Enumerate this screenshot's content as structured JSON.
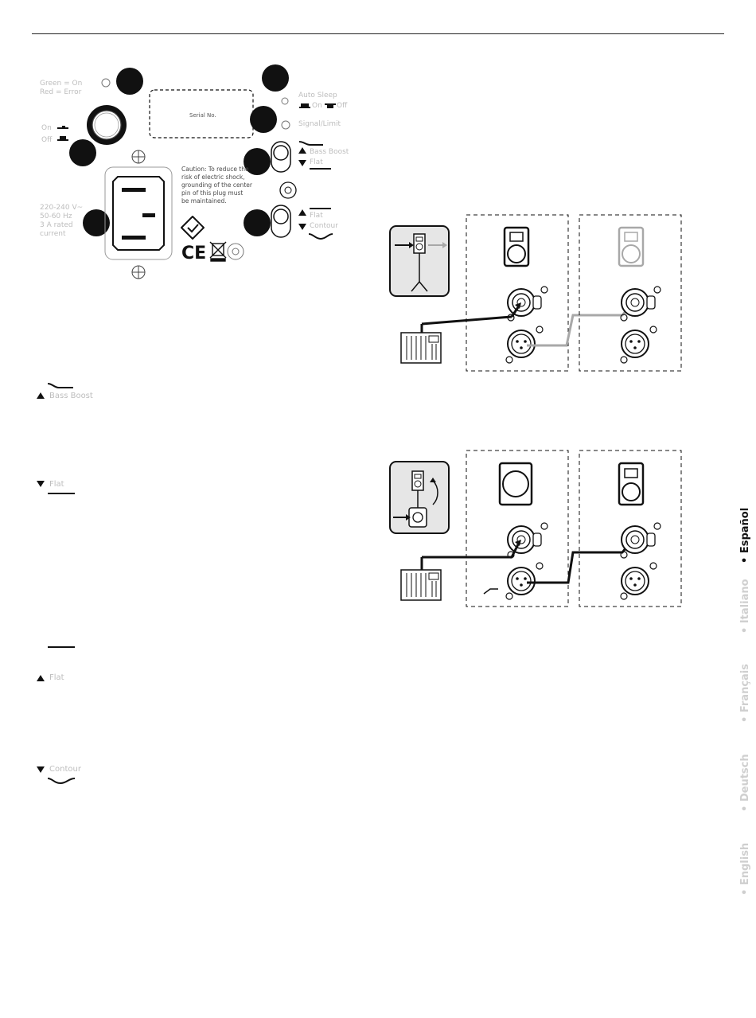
{
  "panel": {
    "led_legend": "Green = On\nRed = Error",
    "power_on": "On",
    "power_off": "Off",
    "serial_label": "Serial No.",
    "auto_sleep_title": "Auto Sleep",
    "auto_sleep_on": "On",
    "auto_sleep_off": "Off",
    "signal_limit": "Signal/Limit",
    "bass_boost": "Bass Boost",
    "flat_upper": "Flat",
    "flat_lower": "Flat",
    "contour": "Contour",
    "caution": "Caution: To reduce the\nrisk of electric shock,\ngrounding of the center\npin of this plug must\nbe maintained.",
    "power_rating": "220-240 V~\n50-60 Hz\n3 A rated\ncurrent"
  },
  "eq_settings": [
    {
      "label": "Bass Boost"
    },
    {
      "label": "Flat"
    },
    {
      "label": "Flat"
    },
    {
      "label": "Contour"
    }
  ],
  "languages": [
    {
      "label": "• Español",
      "active": true
    },
    {
      "label": "• Italiano",
      "active": false
    },
    {
      "label": "• Français",
      "active": false
    },
    {
      "label": "• Deutsch",
      "active": false
    },
    {
      "label": "• English",
      "active": false
    }
  ],
  "colors": {
    "accent": "#111111",
    "muted_text": "#bdbdbd",
    "gray_cable": "#a8a8a8",
    "panel_fill": "#e6e6e6"
  }
}
